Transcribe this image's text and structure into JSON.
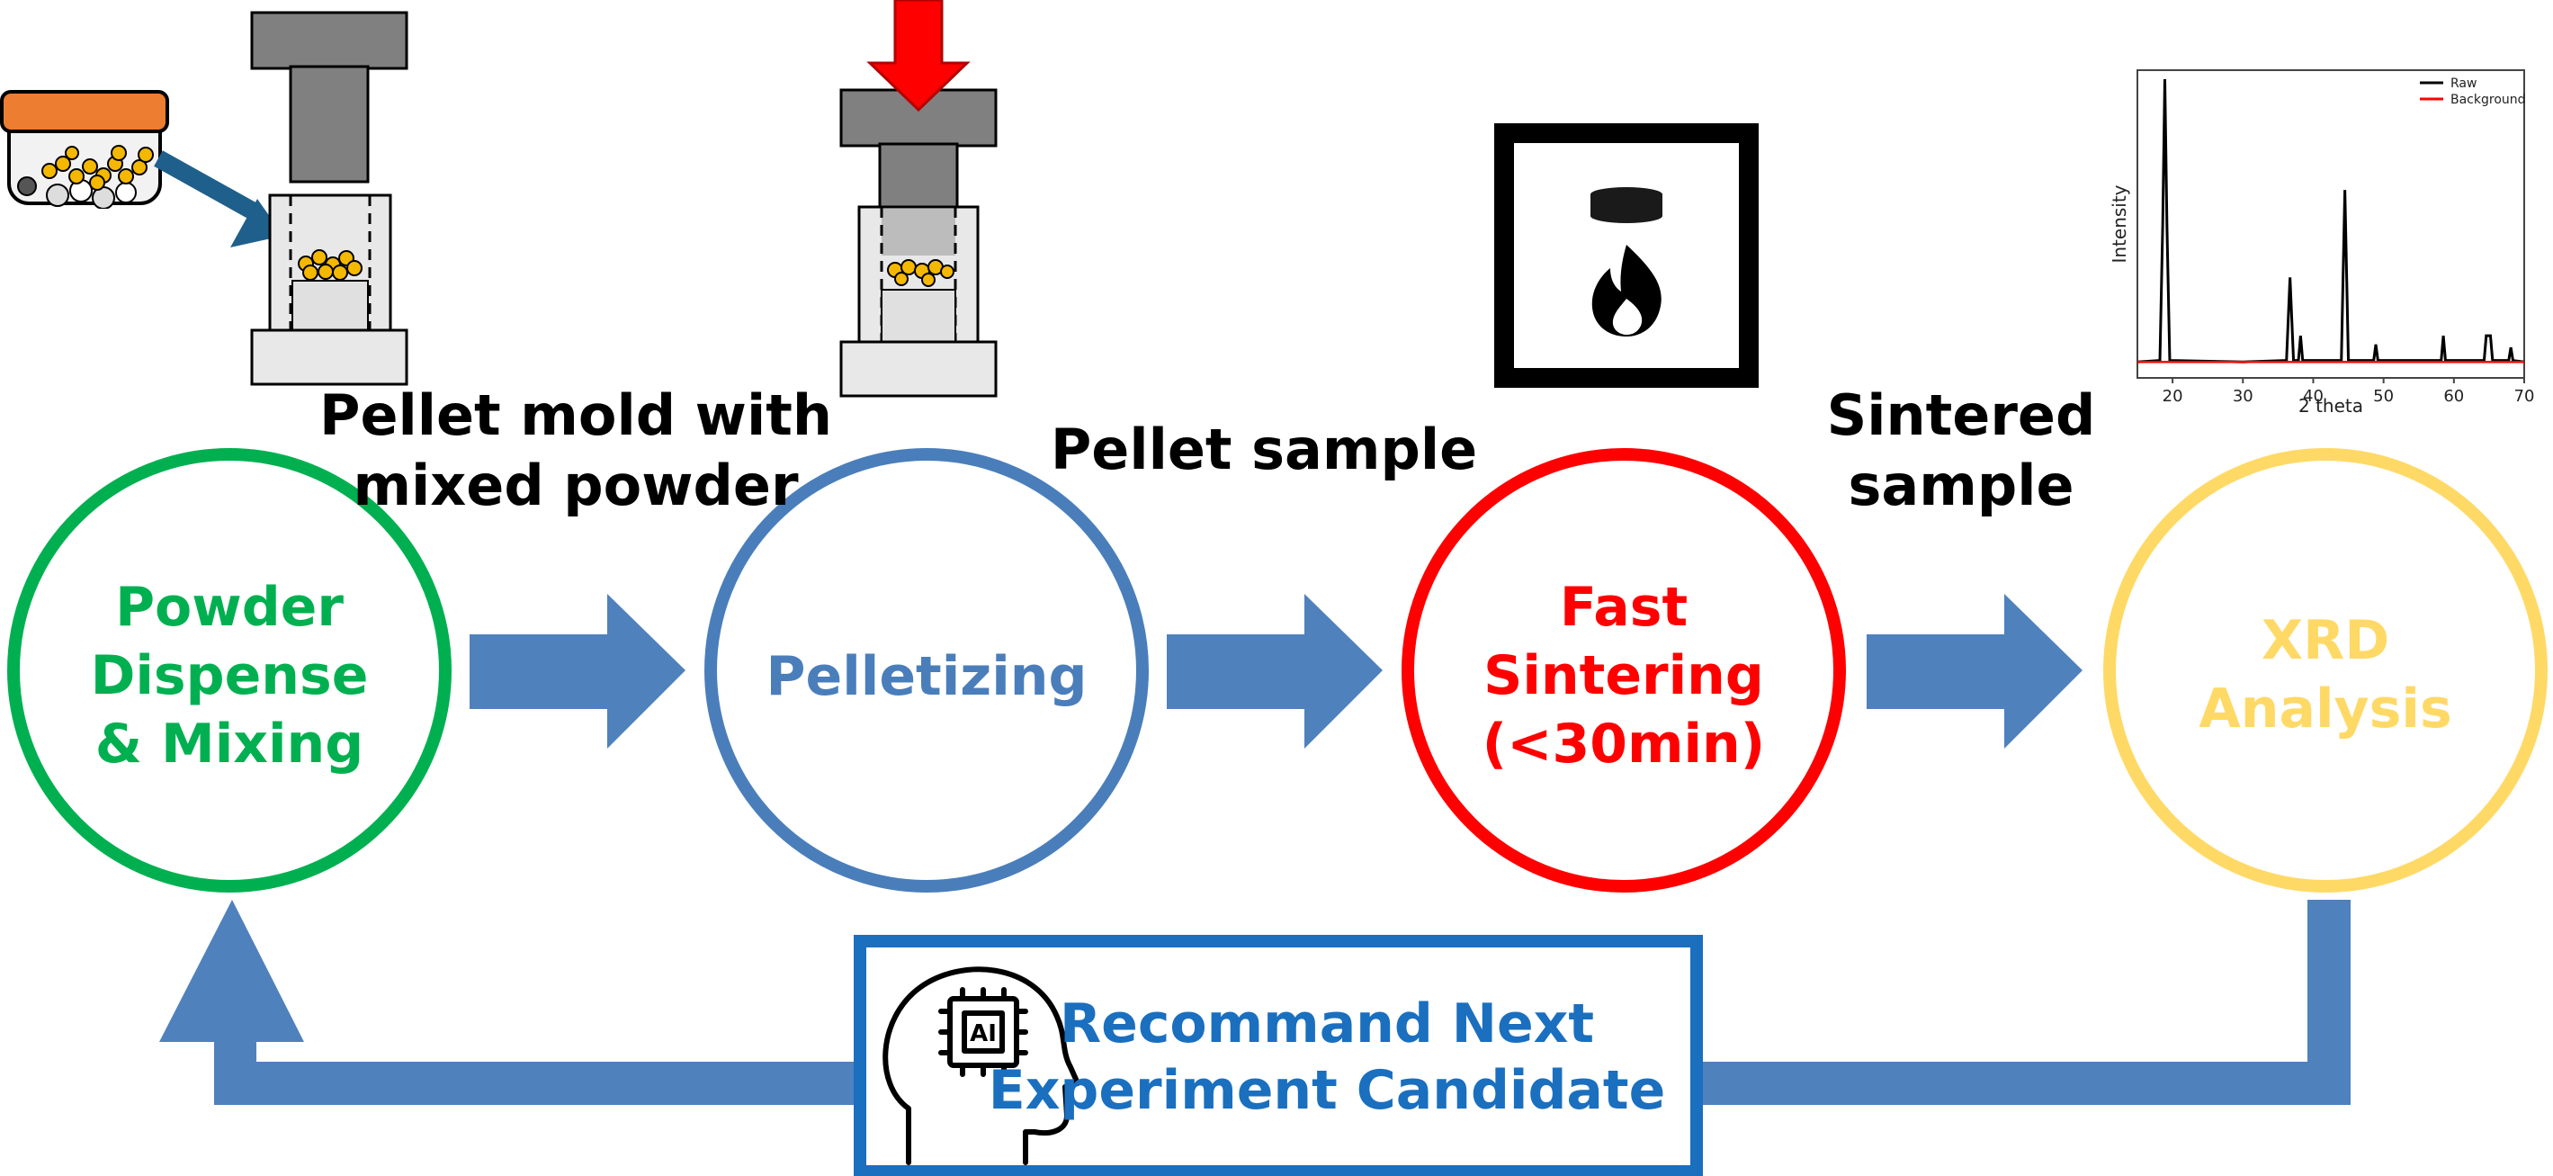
{
  "steps": [
    {
      "label": "Powder\nDispense\n& Mixing",
      "color": "#00b050"
    },
    {
      "label": "Pelletizing",
      "color": "#4a7ebb"
    },
    {
      "label": "Fast\nSintering\n(<30min)",
      "color": "#ff0000"
    },
    {
      "label": "XRD\nAnalysis",
      "color": "#ffd966"
    }
  ],
  "captions": {
    "mold": "Pellet mold with\nmixed powder",
    "pellet": "Pellet sample",
    "sintered": "Sintered\nsample"
  },
  "ai_box": {
    "label": "Recommand Next\nExperiment Candidate",
    "icon": "ai-head-icon"
  },
  "colors": {
    "flow_arrow": "#4f81bd",
    "ai_box_border": "#1a6fbf",
    "press": "#808080",
    "powder": "#f5b800",
    "lid": "#ed7d31"
  },
  "icons": {
    "jar": "powder-jar-icon",
    "mold": "pellet-mold-icon",
    "press": "press-icon",
    "press_arrow": "down-arrow-icon",
    "furnace": "furnace-flame-icon"
  },
  "chart_data": {
    "type": "line",
    "xlabel": "2 theta",
    "ylabel": "Intensity",
    "xlim": [
      15,
      70
    ],
    "xticks": [
      "20",
      "30",
      "40",
      "50",
      "60",
      "70"
    ],
    "series": [
      {
        "name": "Raw",
        "color": "#000000",
        "points": [
          [
            15,
            0.03
          ],
          [
            18.2,
            0.035
          ],
          [
            18.6,
            0.5
          ],
          [
            18.9,
            1.0
          ],
          [
            19.2,
            0.5
          ],
          [
            19.6,
            0.035
          ],
          [
            30,
            0.03
          ],
          [
            36.2,
            0.035
          ],
          [
            36.7,
            0.32
          ],
          [
            37.2,
            0.035
          ],
          [
            37.9,
            0.035
          ],
          [
            38.2,
            0.12
          ],
          [
            38.5,
            0.035
          ],
          [
            44,
            0.035
          ],
          [
            44.5,
            0.62
          ],
          [
            45,
            0.035
          ],
          [
            48.6,
            0.035
          ],
          [
            48.9,
            0.09
          ],
          [
            49.2,
            0.035
          ],
          [
            58.2,
            0.035
          ],
          [
            58.5,
            0.12
          ],
          [
            58.8,
            0.035
          ],
          [
            64.3,
            0.035
          ],
          [
            64.6,
            0.12
          ],
          [
            65.2,
            0.12
          ],
          [
            65.5,
            0.035
          ],
          [
            67.8,
            0.035
          ],
          [
            68.1,
            0.08
          ],
          [
            68.4,
            0.035
          ],
          [
            70,
            0.03
          ]
        ]
      },
      {
        "name": "Background",
        "color": "#ff0000",
        "points": [
          [
            15,
            0.03
          ],
          [
            70,
            0.03
          ]
        ]
      }
    ]
  }
}
